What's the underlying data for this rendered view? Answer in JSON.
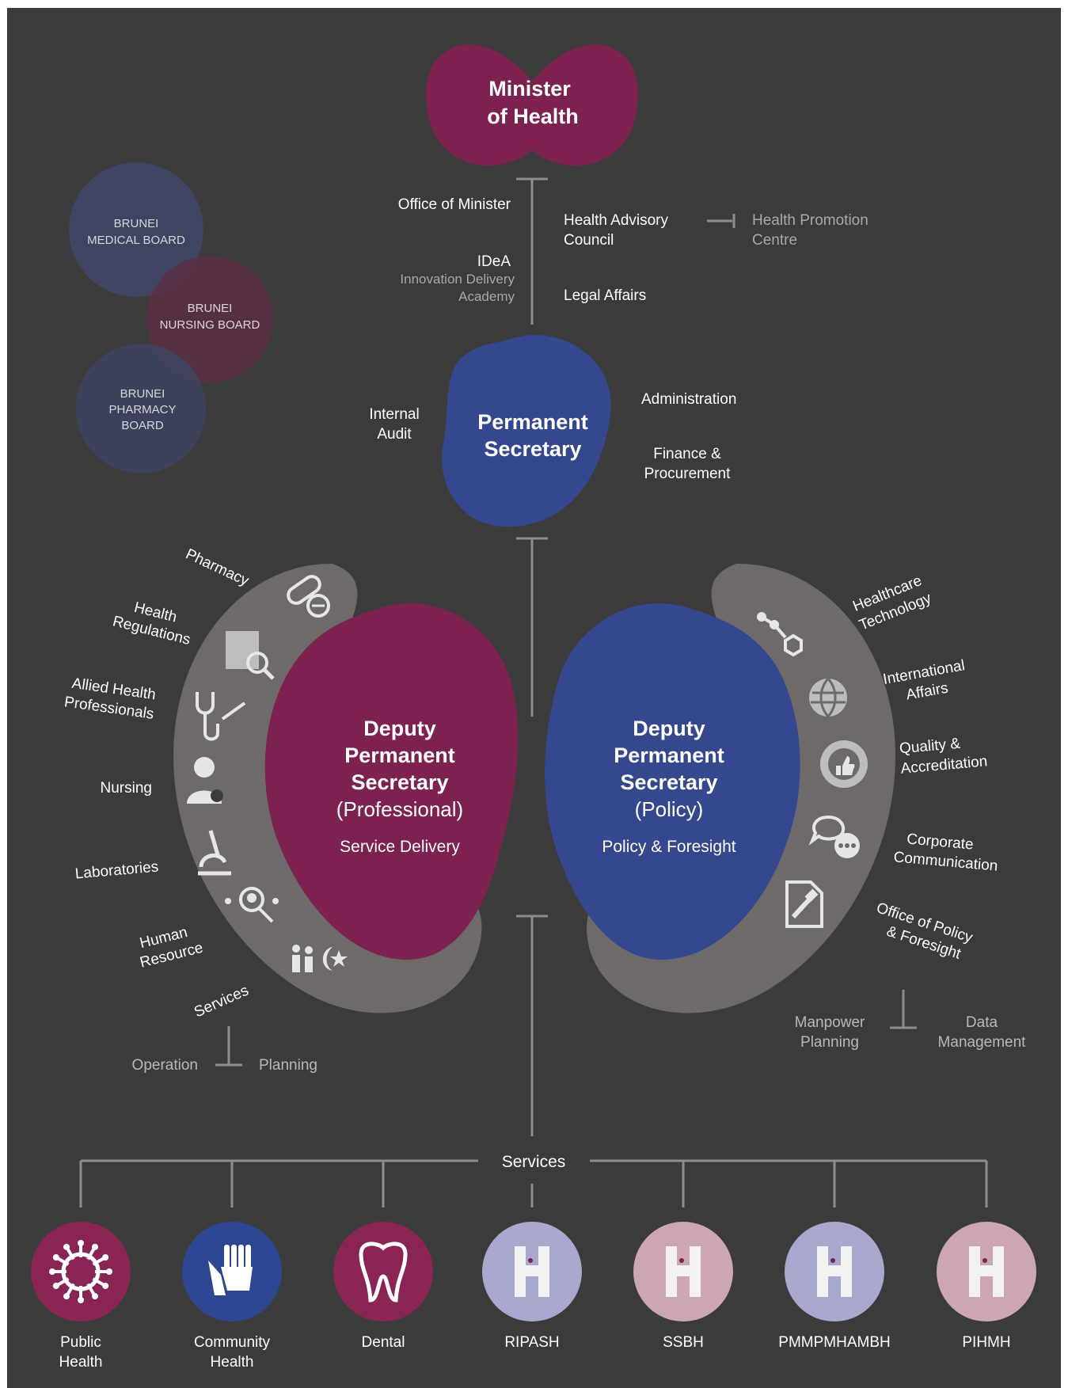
{
  "minister": {
    "line1": "Minister",
    "line2": "of Health"
  },
  "minister_offices": {
    "office_of_minister": "Office of Minister",
    "idea": "IDeA",
    "idea_sub1": "Innovation Delivery",
    "idea_sub2": "Academy",
    "advisory_line1": "Health Advisory",
    "advisory_line2": "Council",
    "promotion_line1": "Health Promotion",
    "promotion_line2": "Centre",
    "legal": "Legal Affairs"
  },
  "boards": {
    "medical": [
      "BRUNEI",
      "MEDICAL BOARD"
    ],
    "nursing": [
      "BRUNEI",
      "NURSING BOARD"
    ],
    "pharmacy": [
      "BRUNEI",
      "PHARMACY",
      "BOARD"
    ]
  },
  "perm_sec": {
    "line1": "Permanent",
    "line2": "Secretary",
    "internal_audit": [
      "Internal",
      "Audit"
    ],
    "administration": "Administration",
    "finance": [
      "Finance &",
      "Procurement"
    ]
  },
  "dps_professional": {
    "line1": "Deputy",
    "line2": "Permanent",
    "line3": "Secretary",
    "line4": "(Professional)",
    "line5": "Service Delivery",
    "units": {
      "pharmacy": "Pharmacy",
      "health_reg": [
        "Health",
        "Regulations"
      ],
      "allied": [
        "Allied Health",
        "Professionals"
      ],
      "nursing": "Nursing",
      "labs": "Laboratories",
      "hr": [
        "Human",
        "Resource"
      ],
      "services": "Services",
      "operation": "Operation",
      "planning": "Planning"
    }
  },
  "dps_policy": {
    "line1": "Deputy",
    "line2": "Permanent",
    "line3": "Secretary",
    "line4": "(Policy)",
    "line5": "Policy & Foresight",
    "units": {
      "healthcare_tech": [
        "Healthcare",
        "Technology"
      ],
      "international": [
        "International",
        "Affairs"
      ],
      "quality": [
        "Quality &",
        "Accreditation"
      ],
      "corporate": [
        "Corporate",
        "Communication"
      ],
      "opf": [
        "Office of Policy",
        "& Foresight"
      ],
      "manpower": [
        "Manpower",
        "Planning"
      ],
      "data": [
        "Data",
        "Management"
      ]
    }
  },
  "services": {
    "label": "Services",
    "items": [
      {
        "label": [
          "Public",
          "Health"
        ],
        "color": "#8a2455",
        "icon": "virus-icon"
      },
      {
        "label": [
          "Community",
          "Health"
        ],
        "color": "#2e4592",
        "icon": "hands-icon"
      },
      {
        "label": [
          "Dental"
        ],
        "color": "#8a2455",
        "icon": "tooth-icon"
      },
      {
        "label": [
          "RIPASH"
        ],
        "color": "#a9a9cf",
        "icon": "hospital-icon"
      },
      {
        "label": [
          "SSBH"
        ],
        "color": "#cda6b3",
        "icon": "hospital-icon"
      },
      {
        "label": [
          "PMMPMHAMBH"
        ],
        "color": "#a9a9cf",
        "icon": "hospital-icon"
      },
      {
        "label": [
          "PIHMH"
        ],
        "color": "#cda6b3",
        "icon": "hospital-icon"
      }
    ]
  },
  "colors": {
    "background": "#3b3b3b",
    "magenta": "#7d2151",
    "blue": "#35478f",
    "arc": "#6e6a69",
    "line": "#8d8d8d",
    "text": "#ffffff",
    "muted": "#b9b9b9"
  }
}
